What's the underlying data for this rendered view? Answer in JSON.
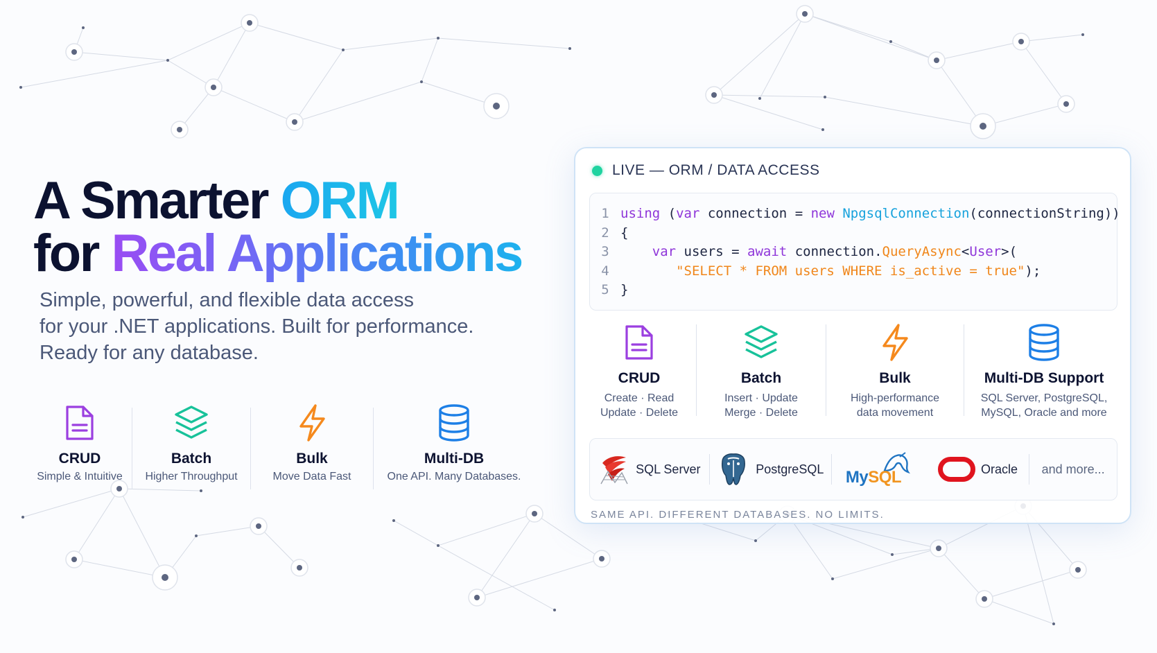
{
  "hero": {
    "title_part1": "A Smarter ",
    "title_highlight1": "ORM",
    "title_part2": "for ",
    "title_highlight2": "Real Applications",
    "subtitle_lines": [
      "Simple, powerful, and flexible data access",
      "for your .NET applications. Built for performance.",
      "Ready for any database."
    ]
  },
  "left_features": [
    {
      "title": "CRUD",
      "subtitle": "Simple & Intuitive",
      "icon": "document-icon",
      "color": "#9b3fe0"
    },
    {
      "title": "Batch",
      "subtitle": "Higher Throughput",
      "icon": "layers-icon",
      "color": "#18c29a"
    },
    {
      "title": "Bulk",
      "subtitle": "Move Data Fast",
      "icon": "lightning-icon",
      "color": "#f5891d"
    },
    {
      "title": "Multi-DB",
      "subtitle": "One API. Many Databases.",
      "icon": "database-icon",
      "color": "#1d7fe6"
    }
  ],
  "card": {
    "live_label": "LIVE — ORM / DATA ACCESS",
    "live_color": "#1fd3a0",
    "code_lines": [
      {
        "num": "1",
        "tokens": [
          {
            "t": "using",
            "c": "kw"
          },
          {
            "t": " (",
            "c": "pl"
          },
          {
            "t": "var",
            "c": "kw"
          },
          {
            "t": " connection = ",
            "c": "pl"
          },
          {
            "t": "new",
            "c": "kw"
          },
          {
            "t": " ",
            "c": "pl"
          },
          {
            "t": "NpgsqlConnection",
            "c": "fn"
          },
          {
            "t": "(connectionString))",
            "c": "pl"
          }
        ]
      },
      {
        "num": "2",
        "tokens": [
          {
            "t": "{",
            "c": "pl"
          }
        ]
      },
      {
        "num": "3",
        "tokens": [
          {
            "t": "    ",
            "c": "pl"
          },
          {
            "t": "var",
            "c": "kw"
          },
          {
            "t": " users = ",
            "c": "pl"
          },
          {
            "t": "await",
            "c": "kw"
          },
          {
            "t": " connection.",
            "c": "pl"
          },
          {
            "t": "QueryAsync",
            "c": "str"
          },
          {
            "t": "<",
            "c": "pl"
          },
          {
            "t": "User",
            "c": "tp"
          },
          {
            "t": ">(",
            "c": "pl"
          }
        ]
      },
      {
        "num": "4",
        "tokens": [
          {
            "t": "       ",
            "c": "pl"
          },
          {
            "t": "\"SELECT * FROM users WHERE is_active = true\"",
            "c": "str"
          },
          {
            "t": ");",
            "c": "pl"
          }
        ]
      },
      {
        "num": "5",
        "tokens": [
          {
            "t": "}",
            "c": "pl"
          }
        ]
      }
    ],
    "features": [
      {
        "title": "CRUD",
        "line1": "Create · Read",
        "line2": "Update · Delete",
        "icon": "document-icon"
      },
      {
        "title": "Batch",
        "line1": "Insert · Update",
        "line2": "Merge · Delete",
        "icon": "layers-icon"
      },
      {
        "title": "Bulk",
        "line1": "High-performance",
        "line2": "data movement",
        "icon": "lightning-icon"
      },
      {
        "title": "Multi-DB Support",
        "line1": "SQL Server, PostgreSQL,",
        "line2": "MySQL, Oracle and more",
        "icon": "database-icon"
      }
    ],
    "databases": {
      "sqlserver": "SQL Server",
      "postgresql": "PostgreSQL",
      "mysql_my": "My",
      "mysql_sql": "SQL",
      "oracle": "Oracle",
      "more": "and more..."
    },
    "tagline": "SAME API. DIFFERENT DATABASES. NO LIMITS."
  }
}
